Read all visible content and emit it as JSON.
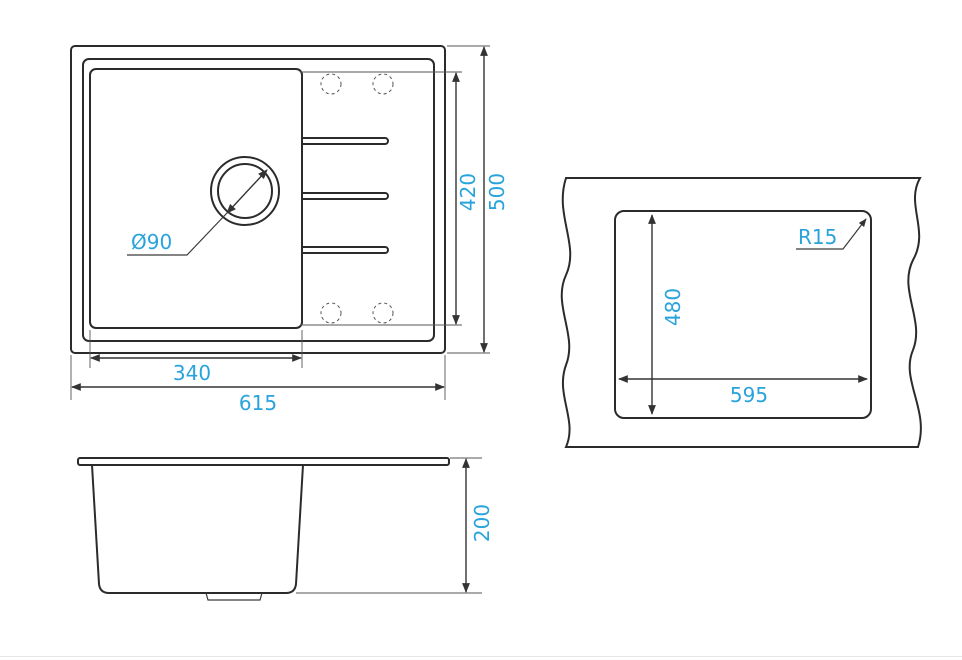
{
  "dimensions": {
    "drain_diameter": "Ø90",
    "bowl_width": "340",
    "overall_width": "615",
    "bowl_length": "420",
    "overall_length": "500",
    "cutout_length": "480",
    "cutout_width": "595",
    "corner_radius": "R15",
    "depth": "200"
  },
  "colors": {
    "dimension_text": "#29a3dc",
    "outline": "#2b2b2b"
  }
}
